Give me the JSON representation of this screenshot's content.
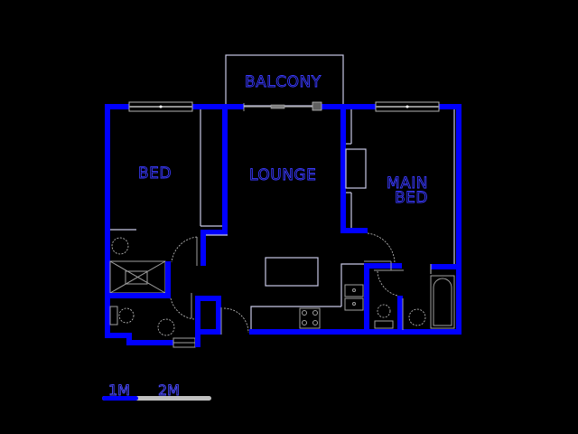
{
  "floorplan": {
    "background": "#000000",
    "wall_color": "#0000ff",
    "rooms": [
      {
        "id": "balcony",
        "label": "BALCONY"
      },
      {
        "id": "bed",
        "label": "BED"
      },
      {
        "id": "lounge",
        "label": "LOUNGE"
      },
      {
        "id": "main-bed",
        "label_line1": "MAIN",
        "label_line2": "BED"
      }
    ],
    "fixtures": [
      "kitchen-island",
      "stove",
      "sink",
      "toilet",
      "basin",
      "shower",
      "bathtub",
      "built-in-cupboard"
    ]
  },
  "scale_bar": {
    "label_1": "1M",
    "label_2": "2M",
    "filled_color": "#0000ff",
    "empty_color": "#c0c0c0"
  }
}
